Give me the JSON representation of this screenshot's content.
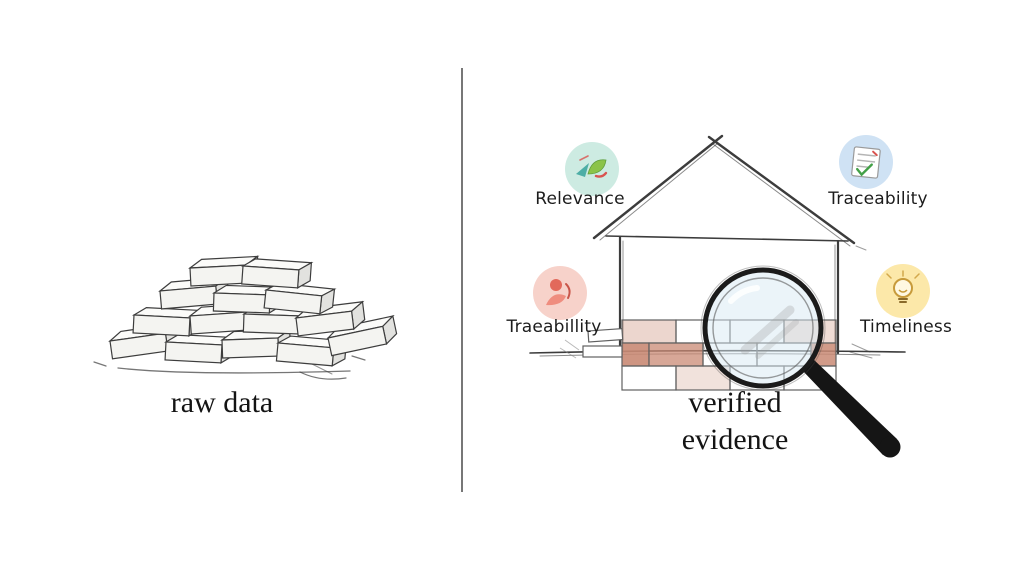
{
  "page": {
    "background": "#ffffff"
  },
  "divider": {
    "color": "#555555"
  },
  "left": {
    "caption": "raw data",
    "illustration": "brick-pile-sketch"
  },
  "right": {
    "caption_line1": "verified",
    "caption_line2": "evidence",
    "illustration": "house-with-magnifier-sketch",
    "badges": [
      {
        "label": "Relevance",
        "bg": "#cdebe2",
        "icon": "map-doodle-icon"
      },
      {
        "label": "Traceability",
        "bg": "#cfe2f4",
        "icon": "checklist-icon"
      },
      {
        "label": "Traeabillity",
        "bg": "#f7d2ca",
        "icon": "person-doodle-icon"
      },
      {
        "label": "Timeliness",
        "bg": "#fce8a9",
        "icon": "lightbulb-icon"
      }
    ]
  },
  "colors": {
    "sketch_ink": "#3c3c3c",
    "brick_terracotta": "#c98a74",
    "lens_tint": "#d7e9f3",
    "handle_black": "#151515"
  }
}
